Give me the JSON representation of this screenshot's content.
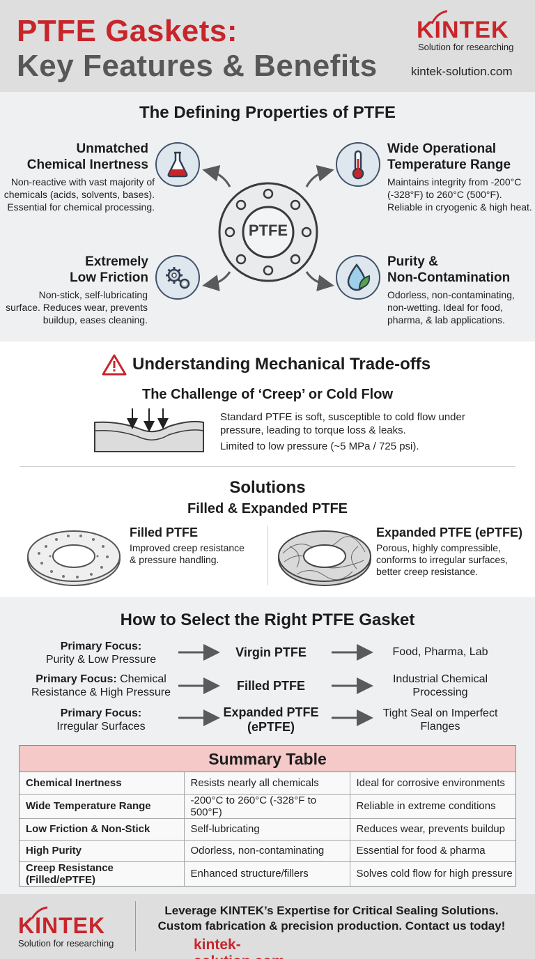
{
  "header": {
    "title_line1": "PTFE Gaskets:",
    "title_line2": "Key Features & Benefits",
    "brand": "KINTEK",
    "tagline": "Solution for researching",
    "url": "kintek-solution.com"
  },
  "properties": {
    "title": "The Defining Properties of PTFE",
    "center_label": "PTFE",
    "items": [
      {
        "title_line1": "Unmatched",
        "title_line2": "Chemical Inertness",
        "desc_lines": [
          "Non-reactive with vast majority of",
          "chemicals (acids, solvents, bases).",
          "Essential for chemical processing."
        ],
        "icon": "flask-icon"
      },
      {
        "title_line1": "Wide Operational",
        "title_line2": "Temperature Range",
        "desc_lines": [
          "Maintains integrity from -200°C",
          "(-328°F) to 260°C (500°F).",
          "Reliable in cryogenic & high heat."
        ],
        "icon": "thermometer-icon"
      },
      {
        "title_line1": "Extremely",
        "title_line2": "Low Friction",
        "desc_lines": [
          "Non-stick, self-lubricating",
          "surface. Reduces wear, prevents",
          "buildup, eases cleaning."
        ],
        "icon": "gears-icon"
      },
      {
        "title_line1": "Purity &",
        "title_line2": "Non-Contamination",
        "desc_lines": [
          "Odorless, non-contaminating,",
          "non-wetting. Ideal for food,",
          "pharma, & lab applications."
        ],
        "icon": "droplet-leaf-icon"
      }
    ]
  },
  "tradeoffs": {
    "title": "Understanding Mechanical Trade-offs",
    "subtitle": "The Challenge of ‘Creep’ or Cold Flow",
    "desc_lines": [
      "Standard PTFE is soft, susceptible to cold flow under",
      "pressure, leading to torque loss & leaks."
    ],
    "limit": "Limited to low pressure (~5 MPa / 725 psi)."
  },
  "solutions": {
    "title": "Solutions",
    "subtitle": "Filled & Expanded PTFE",
    "items": [
      {
        "title": "Filled PTFE",
        "desc_lines": [
          "Improved creep resistance",
          "& pressure handling."
        ]
      },
      {
        "title": "Expanded PTFE (ePTFE)",
        "desc_lines": [
          "Porous, highly compressible,",
          "conforms to irregular surfaces,",
          "better creep resistance."
        ]
      }
    ]
  },
  "selection": {
    "title": "How to Select the Right PTFE Gasket",
    "rows": [
      {
        "focus_label": "Primary Focus:",
        "focus_rest": "",
        "focus_line2": "Purity & Low Pressure",
        "material_lines": [
          "Virgin PTFE"
        ],
        "application_lines": [
          "Food, Pharma, Lab"
        ]
      },
      {
        "focus_label": "Primary Focus:",
        "focus_rest": " Chemical",
        "focus_line2": "Resistance & High Pressure",
        "material_lines": [
          "Filled PTFE"
        ],
        "application_lines": [
          "Industrial Chemical",
          "Processing"
        ]
      },
      {
        "focus_label": "Primary Focus:",
        "focus_rest": "",
        "focus_line2": "Irregular Surfaces",
        "material_lines": [
          "Expanded PTFE",
          "(ePTFE)"
        ],
        "application_lines": [
          "Tight Seal on Imperfect",
          "Flanges"
        ]
      }
    ]
  },
  "summary": {
    "title": "Summary Table",
    "rows": [
      [
        "Chemical Inertness",
        "Resists nearly all chemicals",
        "Ideal for corrosive environments"
      ],
      [
        "Wide Temperature Range",
        "-200°C to 260°C (-328°F to 500°F)",
        "Reliable in extreme conditions"
      ],
      [
        "Low Friction & Non-Stick",
        "Self-lubricating",
        "Reduces wear, prevents buildup"
      ],
      [
        "High Purity",
        "Odorless, non-contaminating",
        "Essential for food & pharma"
      ],
      [
        "Creep Resistance (Filled/ePTFE)",
        "Enhanced structure/fillers",
        "Solves cold flow for high pressure"
      ]
    ]
  },
  "footer": {
    "brand": "KINTEK",
    "tagline": "Solution for researching",
    "line1": "Leverage KINTEK’s Expertise for Critical Sealing Solutions.",
    "line2": "Custom fabrication & precision production. Contact us today!",
    "url": "kintek-solution.com"
  },
  "colors": {
    "brand_red": "#c8252b",
    "title_gray": "#575757",
    "header_bg": "#dedede",
    "section_bg": "#eef0f1",
    "table_header_bg": "#f4c9c8"
  }
}
